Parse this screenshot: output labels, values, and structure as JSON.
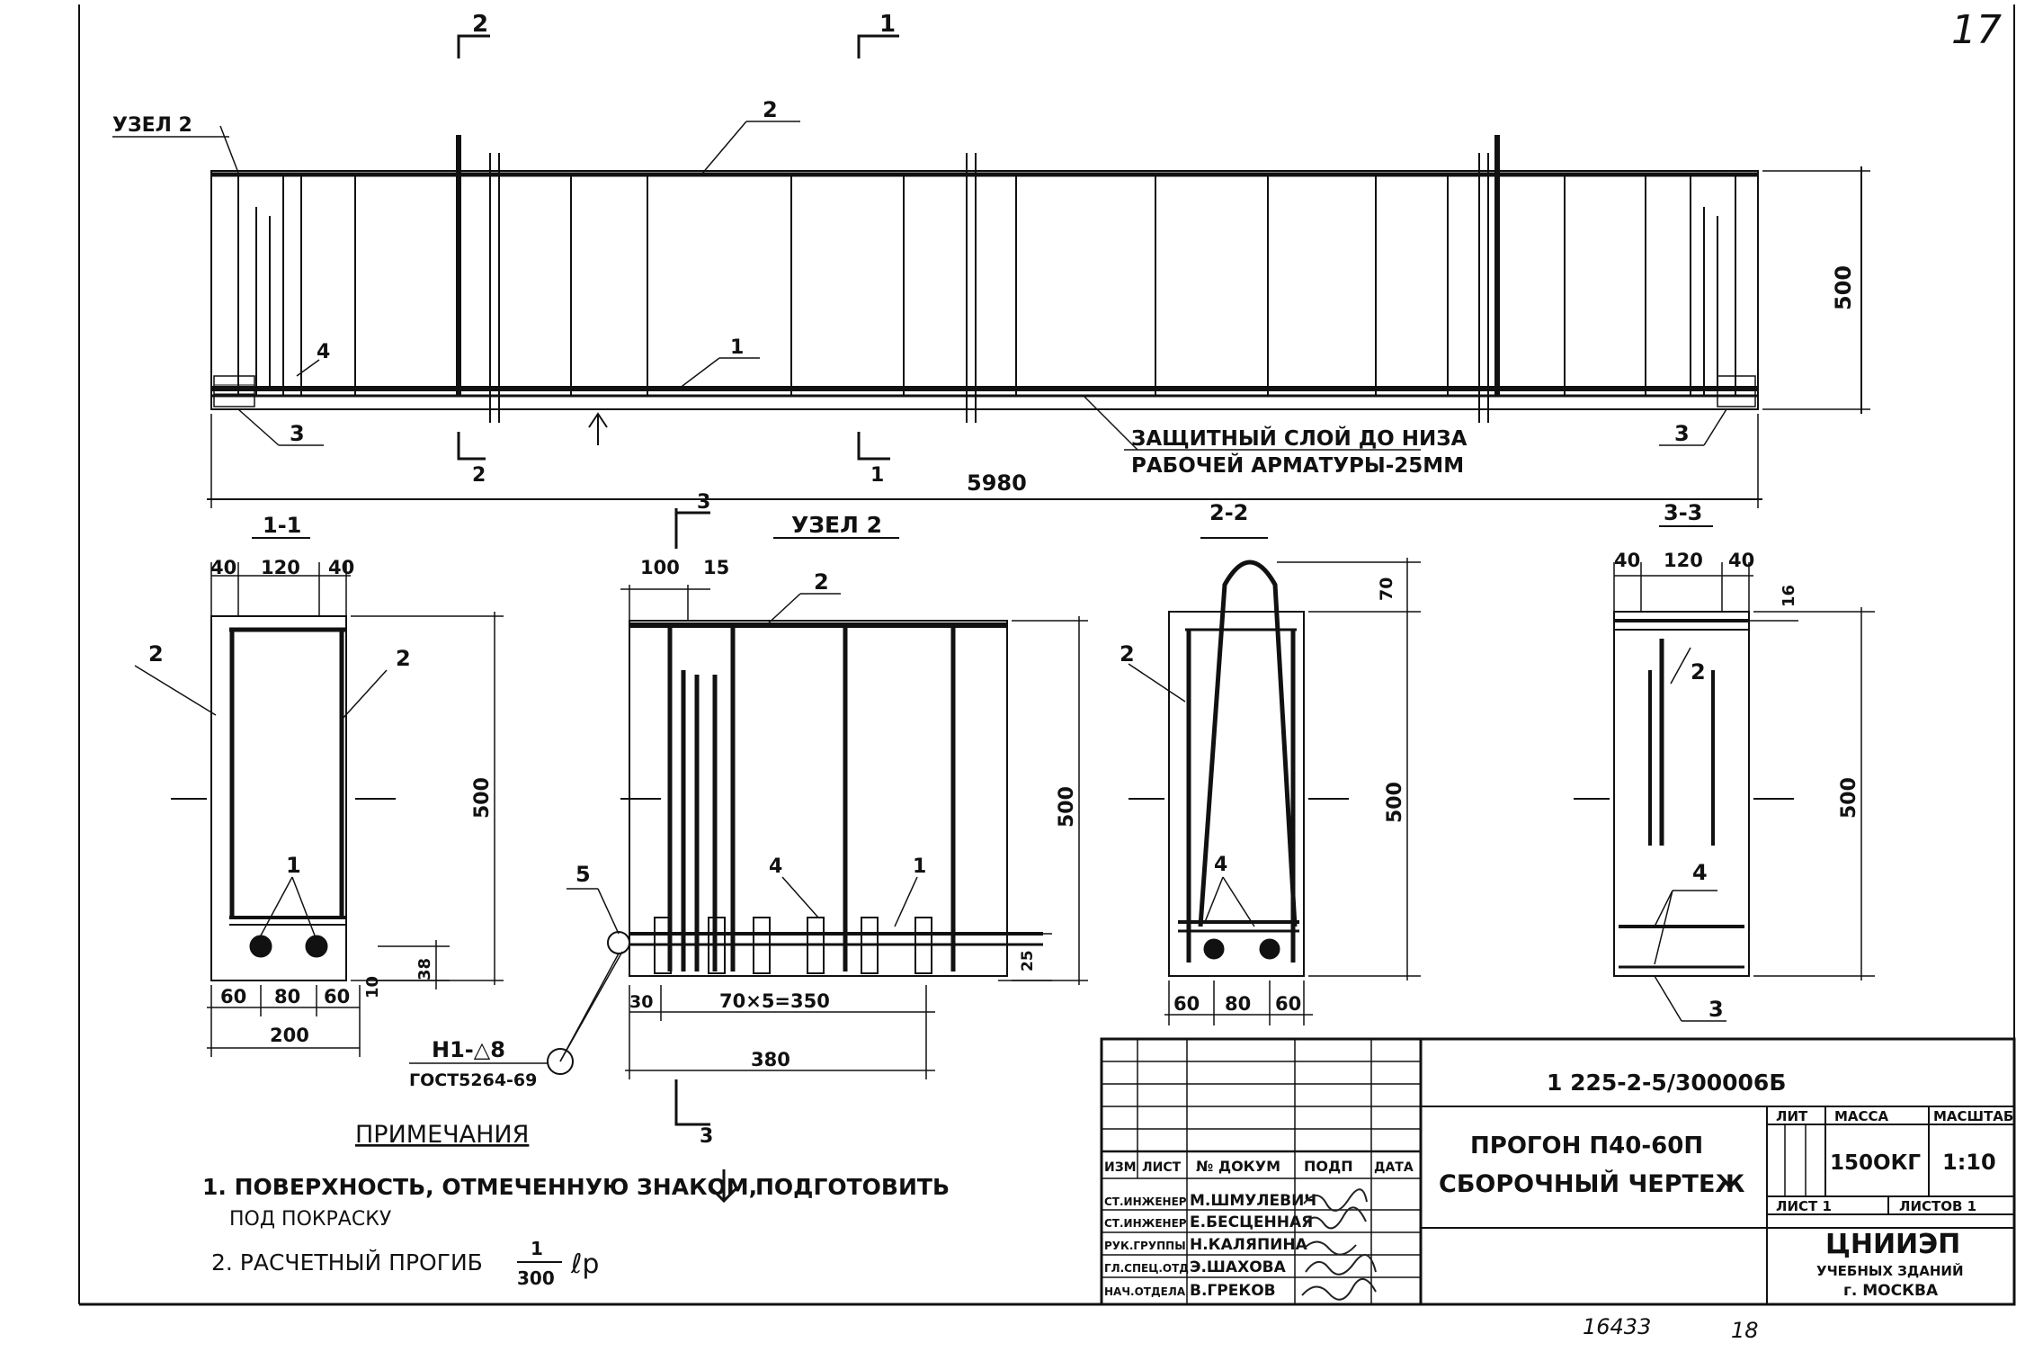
{
  "sheet": {
    "page_number": "17",
    "bottom_number": "16433",
    "bottom_sheet": "18"
  },
  "elevation": {
    "node_label": "УЗЕЛ 2",
    "length_dim": "5980",
    "height_dim": "500",
    "cover_note_line1": "ЗАЩИТНЫЙ СЛОЙ ДО НИЗА",
    "cover_note_line2": "РАБОЧЕЙ АРМАТУРЫ-25ММ",
    "section_marks": {
      "s1": "1",
      "s2": "2"
    },
    "positions": {
      "p1": "1",
      "p2": "2",
      "p3": "3",
      "p4": "4"
    }
  },
  "section_1_1": {
    "title": "1-1",
    "dims_top": [
      "40",
      "120",
      "40"
    ],
    "dims_bottom": [
      "60",
      "80",
      "60"
    ],
    "overall_width": "200",
    "height": "500",
    "small_dims": [
      "10",
      "38"
    ],
    "positions": {
      "p1": "1",
      "p2a": "2",
      "p2b": "2"
    }
  },
  "node_2": {
    "title": "УЗЕЛ 2",
    "dims_top": [
      "100",
      "15"
    ],
    "height": "500",
    "dim_small": "25",
    "dim_30": "30",
    "dim_pitch": "70×5=350",
    "overall": "380",
    "positions": {
      "p1": "1",
      "p2": "2",
      "p4": "4",
      "p5": "5"
    },
    "section_mark": "3",
    "weld_symbol_line1": "Н1-△8",
    "weld_symbol_line2": "ГОСТ5264-69"
  },
  "section_2_2": {
    "title": "2-2",
    "dim_70": "70",
    "height": "500",
    "dims_bottom": [
      "60",
      "80",
      "60"
    ],
    "positions": {
      "p2": "2",
      "p4": "4"
    }
  },
  "section_3_3": {
    "title": "3-3",
    "dims_top": [
      "40",
      "120",
      "40"
    ],
    "dim_16": "16",
    "height": "500",
    "positions": {
      "p2": "2",
      "p3": "3",
      "p4": "4"
    }
  },
  "notes": {
    "heading": "ПРИМЕЧАНИЯ",
    "line1": "1. ПОВЕРХНОСТЬ, ОТМЕЧЕННУЮ ЗНАКОМ,",
    "line1_tail": "ПОДГОТОВИТЬ",
    "line1_cont": "ПОД ПОКРАСКУ",
    "line2": "2. РАСЧЕТНЫЙ ПРОГИБ",
    "frac_num": "1",
    "frac_den": "300",
    "frac_tail": "ℓр"
  },
  "title_block": {
    "doc_code": "1 225-2-5/300006Б",
    "name_line1": "ПРОГОН П40-60П",
    "name_line2": "СБОРОЧНЫЙ ЧЕРТЕЖ",
    "head_cols": [
      "ИЗМ",
      "ЛИСТ",
      "№ ДОКУМ",
      "ПОДП",
      "ДАТА"
    ],
    "people": [
      {
        "role": "СТ.ИНЖЕНЕР",
        "name": "М.ШМУЛЕВИЧ"
      },
      {
        "role": "СТ.ИНЖЕНЕР",
        "name": "Е.БЕСЦЕННАЯ"
      },
      {
        "role": "РУК.ГРУППЫ",
        "name": "Н.КАЛЯПИНА"
      },
      {
        "role": "ГЛ.СПЕЦ.ОТД",
        "name": "Э.ШАХОВА"
      },
      {
        "role": "НАЧ.ОТДЕЛА",
        "name": "В.ГРЕКОВ"
      }
    ],
    "lit_label": "ЛИТ",
    "mass_label": "МАССА",
    "scale_label": "МАСШТАБ",
    "mass_value": "150ОКГ",
    "scale_value": "1:10",
    "sheet_label": "ЛИСТ 1",
    "sheets_label": "ЛИСТОВ 1",
    "org_line1": "ЦНИИЭП",
    "org_line2": "УЧЕБНЫХ ЗДАНИЙ",
    "org_line3": "г. МОСКВА"
  }
}
